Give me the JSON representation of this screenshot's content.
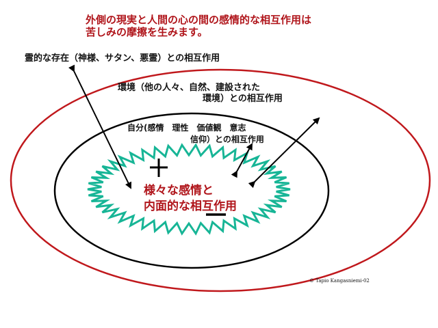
{
  "title": {
    "line1": "外側の現実と人間の心の間の感情的な相互作用は",
    "line2": "苦しみの摩擦を生みます。"
  },
  "labels": {
    "spirit": "霊的な存在（神様、サタン、悪霊）との相互作用",
    "environment_line1": "環境（他の人々、自然、建設された",
    "environment_line2": "環境）との相互作用",
    "self_line1": "自分(感情　理性　価値観　意志",
    "self_line2": "信仰）との相互作用",
    "emotions_line1": "様々な感情と",
    "emotions_line2": "内面的な相互作用",
    "plus": "+",
    "minus": "−"
  },
  "copyright": "© Tapio Kangasniemi-02",
  "colors": {
    "outer_ellipse": "#c0181c",
    "inner_ellipse": "#000000",
    "zigzag": "#17b596",
    "title_text": "#b0151b",
    "arrows": "#000000"
  }
}
